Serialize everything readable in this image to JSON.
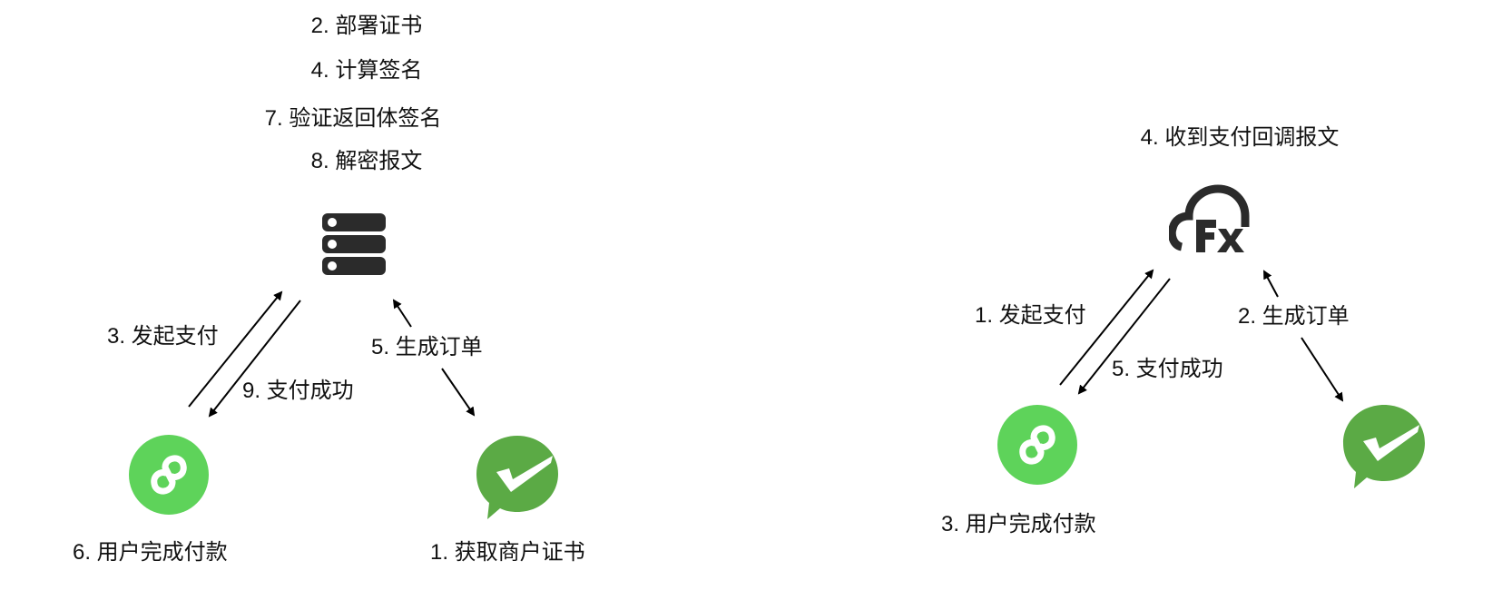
{
  "left_diagram": {
    "server_steps": [
      "2. 部署证书",
      "4. 计算签名",
      "7. 验证返回体签名",
      "8. 解密报文"
    ],
    "server_icon": "server-icon",
    "miniprogram_icon": "mini-program-icon",
    "wechatpay_icon": "wechat-pay-icon",
    "arrow_initiate_label": "3. 发起支付",
    "arrow_success_label": "9. 支付成功",
    "arrow_order_label": "5. 生成订单",
    "miniprogram_label": "6. 用户完成付款",
    "wechatpay_label": "1. 获取商户证书"
  },
  "right_diagram": {
    "cloud_label": "4. 收到支付回调报文",
    "cloud_icon": "cloud-function-icon",
    "miniprogram_icon": "mini-program-icon",
    "wechatpay_icon": "wechat-pay-icon",
    "arrow_initiate_label": "1. 发起支付",
    "arrow_success_label": "5. 支付成功",
    "arrow_order_label": "2. 生成订单",
    "miniprogram_label": "3. 用户完成付款"
  },
  "colors": {
    "miniprogram_green": "#5ED35A",
    "wechatpay_green": "#5BAA45",
    "icon_dark": "#2B2B2B",
    "arrow": "#000000"
  }
}
